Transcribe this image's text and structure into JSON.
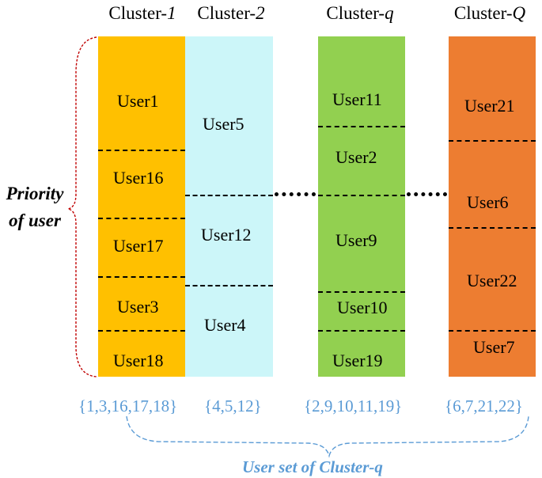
{
  "clusters": [
    {
      "title_prefix": "Cluster-",
      "title_suffix": "1",
      "color": "#ffc000",
      "users": [
        "User1",
        "User16",
        "User17",
        "User3",
        "User18"
      ],
      "set": "{1,3,16,17,18}"
    },
    {
      "title_prefix": "Cluster-",
      "title_suffix": "2",
      "color": "#ccf6f9",
      "users": [
        "User5",
        "User12",
        "User4"
      ],
      "set": "{4,5,12}"
    },
    {
      "title_prefix": "Cluster-",
      "title_suffix": "q",
      "color": "#92d050",
      "users": [
        "User11",
        "User2",
        "User9",
        "User10",
        "User19"
      ],
      "set": "{2,9,10,11,19}"
    },
    {
      "title_prefix": "Cluster-",
      "title_suffix": "Q",
      "color": "#ed7d31",
      "users": [
        "User21",
        "User6",
        "User22",
        "User7"
      ],
      "set": "{6,7,21,22}"
    }
  ],
  "priority_label": {
    "line1": "Priority",
    "line2": "of user"
  },
  "caption": "User set of Cluster-q",
  "colors": {
    "caption_blue": "#5b9bd5",
    "brace_red": "#c00000"
  }
}
